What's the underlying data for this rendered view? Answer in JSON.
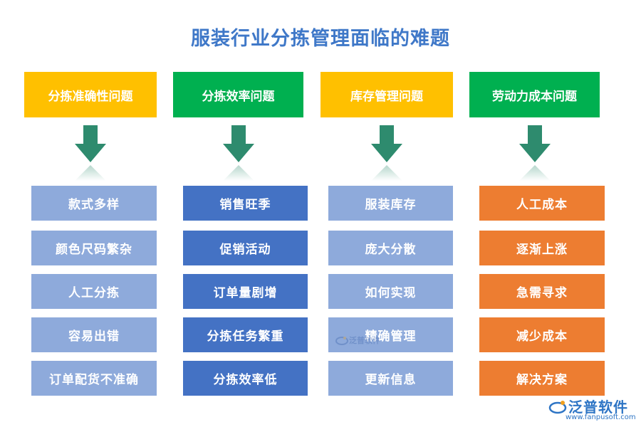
{
  "title": "服装行业分拣管理面临的难题",
  "columns": [
    {
      "header": "分拣准确性问题",
      "header_color": "#ffc000",
      "box_color": "#8eaadb",
      "items": [
        "款式多样",
        "颜色尺码繁杂",
        "人工分拣",
        "容易出错",
        "订单配货不准确"
      ]
    },
    {
      "header": "分拣效率问题",
      "header_color": "#00b050",
      "box_color": "#4472c4",
      "items": [
        "销售旺季",
        "促销活动",
        "订单量剧增",
        "分拣任务繁重",
        "分拣效率低"
      ]
    },
    {
      "header": "库存管理问题",
      "header_color": "#ffc000",
      "box_color": "#8eaadb",
      "items": [
        "服装库存",
        "庞大分散",
        "如何实现",
        "精确管理",
        "更新信息"
      ]
    },
    {
      "header": "劳动力成本问题",
      "header_color": "#00b050",
      "box_color": "#ed7d31",
      "items": [
        "人工成本",
        "逐渐上涨",
        "急需寻求",
        "减少成本",
        "解决方案"
      ]
    }
  ],
  "arrow_color": "#2e8b6e",
  "logo": {
    "name": "泛普软件",
    "url": "www.fanpusoft.com",
    "icon": "fanpu-logo-icon"
  },
  "watermark": {
    "name": "泛普软件",
    "icon": "fanpu-watermark-icon"
  }
}
